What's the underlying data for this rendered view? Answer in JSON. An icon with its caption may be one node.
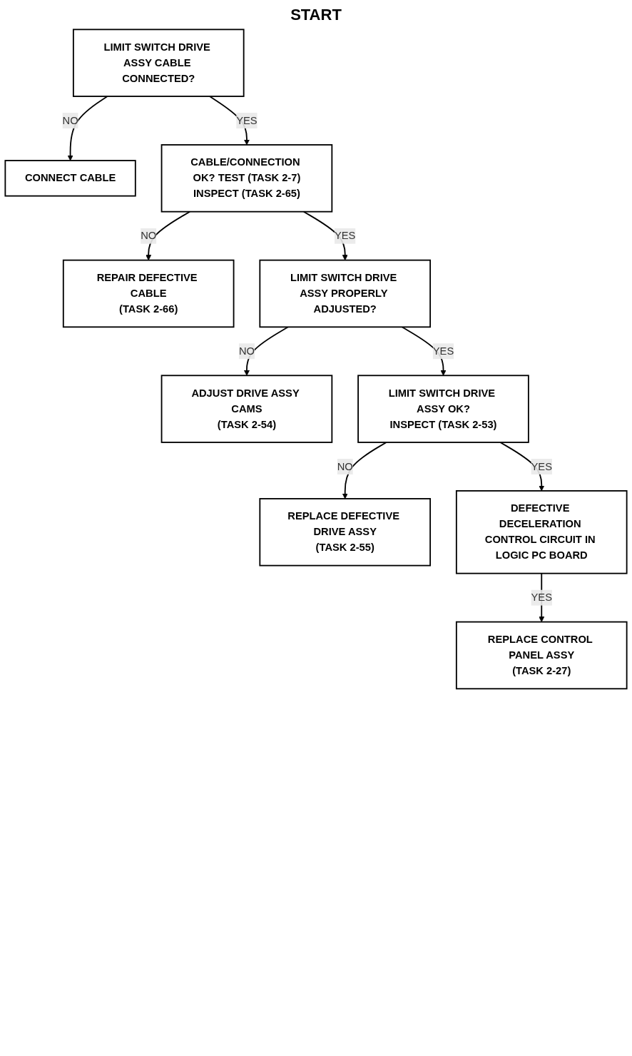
{
  "diagram": {
    "nodes": [
      {
        "text": [
          "CONNECT CABLE"
        ]
      },
      {
        "text": [
          "LIMIT SWITCH DRIVE ASSY CABLE CONNECTED?"
        ]
      },
      {
        "text": [
          "REPAIR DEFECTIVE CABLE",
          "(TASK 2-66)"
        ]
      },
      {
        "text": [
          "CABLE/CONNECTION OK? TEST (TASK 2-7)",
          "INSPECT (TASK 2-65)"
        ]
      },
      {
        "text": [
          "ADJUST DRIVE ASSY CAMS",
          "(TASK 2-54)"
        ]
      },
      {
        "text": [
          "LIMIT SWITCH DRIVE ASSY PROPERLY ADJUSTED?"
        ]
      },
      {
        "text": [
          "REPLACE DEFECTIVE DRIVE ASSY",
          "(TASK 2-55)"
        ]
      },
      {
        "text": [
          "LIMIT SWITCH DRIVE ASSY OK?",
          "INSPECT (TASK 2-53)"
        ]
      },
      {
        "text": [
          "DEFECTIVE DECELERATION CONTROL CIRCUIT IN LOGIC PC BOARD"
        ]
      },
      {
        "text": [
          "REPLACE CONTROL PANEL ASSY",
          "(TASK 2-27)"
        ]
      }
    ],
    "edges": [
      {
        "from": 1,
        "to": 0,
        "arrow": "to",
        "label": "NO"
      },
      {
        "from": 1,
        "to": 3,
        "arrow": "to",
        "label": "YES"
      },
      {
        "from": 3,
        "to": 2,
        "arrow": "to",
        "label": "NO"
      },
      {
        "from": 3,
        "to": 5,
        "arrow": "to",
        "label": "YES"
      },
      {
        "from": 5,
        "to": 4,
        "arrow": "to",
        "label": "NO"
      },
      {
        "from": 5,
        "to": 7,
        "arrow": "to",
        "label": "YES"
      },
      {
        "from": 7,
        "to": 6,
        "arrow": "to",
        "label": "NO"
      },
      {
        "from": 7,
        "to": 8,
        "arrow": "to",
        "label": "YES"
      },
      {
        "from": 8,
        "to": 9,
        "arrow": "to",
        "label": "YES"
      }
    ],
    "labels": [
      "START"
    ]
  }
}
